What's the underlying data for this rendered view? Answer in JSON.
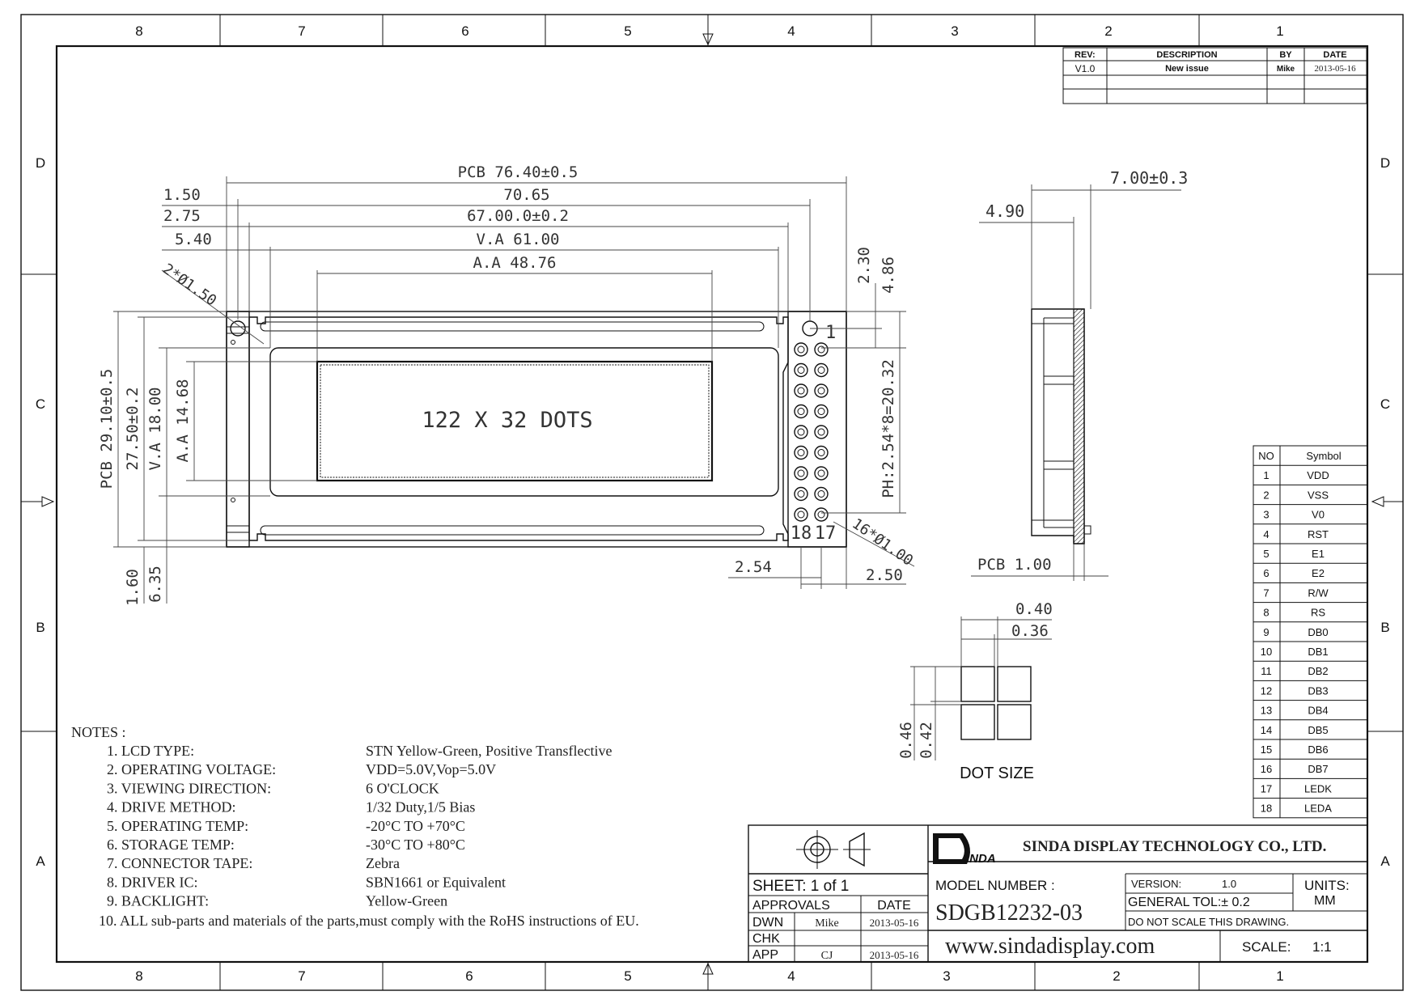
{
  "zones": {
    "columns": [
      "8",
      "7",
      "6",
      "5",
      "4",
      "3",
      "2",
      "1"
    ],
    "rows": [
      "D",
      "C",
      "B",
      "A"
    ]
  },
  "revision_table": {
    "headers": [
      "REV:",
      "DESCRIPTION",
      "BY",
      "DATE"
    ],
    "rows": [
      [
        "V1.0",
        "New issue",
        "Mike",
        "2013-05-16"
      ]
    ]
  },
  "front_view": {
    "dims": {
      "pcb_width": "PCB  76.40±0.5",
      "w_7065": "70.65",
      "w_6700": "67.00.0±0.2",
      "va_width": "V.A  61.00",
      "aa_width": "A.A 48.76",
      "off_150": "1.50",
      "off_275": "2.75",
      "off_540": "5.40",
      "hole": "2*Ø1.50",
      "pcb_height": "PCB 29.10±0.5",
      "h_2750": "27.50±0.2",
      "va_height": "V.A 18.00",
      "aa_height": "A.A 14.68",
      "d_230": "2.30",
      "d_486": "4.86",
      "pitch": "PH:2.54*8=20.32",
      "pins": "16*Ø1.00",
      "d_254": "2.54",
      "d_250": "2.50",
      "d_160": "1.60",
      "d_635": "6.35"
    },
    "display_text": "122 X 32 DOTS",
    "pin_labels": {
      "p1": "1",
      "p18": "18",
      "p17": "17"
    }
  },
  "side_view": {
    "d_700": "7.00±0.3",
    "d_490": "4.90",
    "pcb_thk": "PCB 1.00"
  },
  "dot_size": {
    "title": "DOT SIZE",
    "w_040": "0.40",
    "w_036": "0.36",
    "h_046": "0.46",
    "h_042": "0.42"
  },
  "pin_table": {
    "headers": [
      "NO",
      "Symbol"
    ],
    "rows": [
      [
        "1",
        "VDD"
      ],
      [
        "2",
        "VSS"
      ],
      [
        "3",
        "V0"
      ],
      [
        "4",
        "RST"
      ],
      [
        "5",
        "E1"
      ],
      [
        "6",
        "E2"
      ],
      [
        "7",
        "R/W"
      ],
      [
        "8",
        "RS"
      ],
      [
        "9",
        "DB0"
      ],
      [
        "10",
        "DB1"
      ],
      [
        "11",
        "DB2"
      ],
      [
        "12",
        "DB3"
      ],
      [
        "13",
        "DB4"
      ],
      [
        "14",
        "DB5"
      ],
      [
        "15",
        "DB6"
      ],
      [
        "16",
        "DB7"
      ],
      [
        "17",
        "LEDK"
      ],
      [
        "18",
        "LEDA"
      ]
    ]
  },
  "notes": {
    "heading": "NOTES :",
    "items": [
      {
        "label": "1. LCD TYPE:",
        "value": "STN Yellow-Green, Positive Transflective"
      },
      {
        "label": "2. OPERATING VOLTAGE:",
        "value": "VDD=5.0V,Vop=5.0V"
      },
      {
        "label": "3. VIEWING DIRECTION:",
        "value": "6 O'CLOCK"
      },
      {
        "label": "4. DRIVE METHOD:",
        "value": "1/32 Duty,1/5 Bias"
      },
      {
        "label": "5. OPERATING TEMP:",
        "value": "-20°C TO +70°C"
      },
      {
        "label": "6. STORAGE TEMP:",
        "value": "-30°C TO +80°C"
      },
      {
        "label": "7. CONNECTOR TAPE:",
        "value": "Zebra"
      },
      {
        "label": "8. DRIVER IC:",
        "value": "SBN1661 or Equivalent"
      },
      {
        "label": "9. BACKLIGHT:",
        "value": "Yellow-Green"
      }
    ],
    "last": "10. ALL sub-parts and materials of the parts,must comply with the RoHS instructions of EU."
  },
  "title_block": {
    "logo_text": "INDA",
    "company": "SINDA DISPLAY TECHNOLOGY CO., LTD.",
    "sheet": "SHEET:  1  of  1",
    "approvals": "APPROVALS",
    "date_hdr": "DATE",
    "dwn": "DWN",
    "dwn_by": "Mike",
    "dwn_date": "2013-05-16",
    "chk": "CHK",
    "app": "APP",
    "app_by": "CJ",
    "app_date": "2013-05-16",
    "model_label": "MODEL  NUMBER :",
    "model": "SDGB12232-03",
    "version_label": "VERSION:",
    "version": "1.0",
    "units_label": "UNITS:",
    "units": "MM",
    "tol": "GENERAL  TOL:± 0.2",
    "noscale": "DO  NOT  SCALE  THIS  DRAWING.",
    "website": "www.sindadisplay.com",
    "scale_label": "SCALE:",
    "scale": "1:1"
  }
}
